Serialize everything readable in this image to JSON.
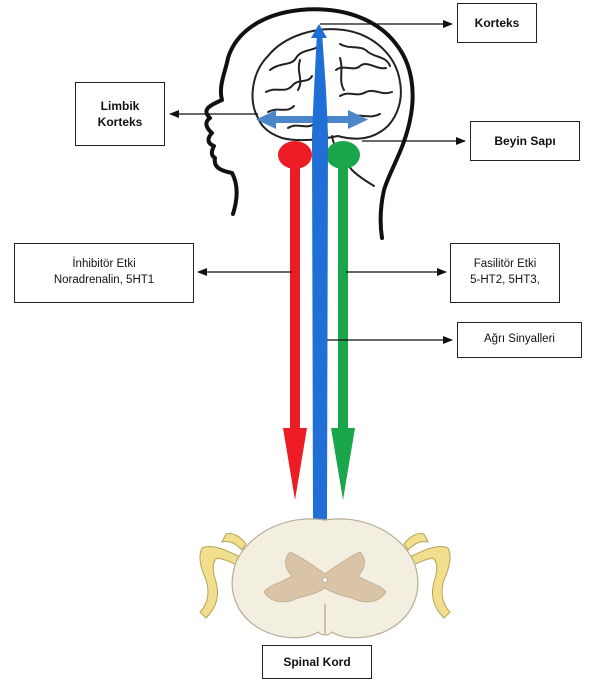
{
  "labels": {
    "korteks": "Korteks",
    "limbik_line1": "Limbik",
    "limbik_line2": "Korteks",
    "beyin_sapi": "Beyin Sapı",
    "inhibitor_line1": "İnhibitör Etki",
    "inhibitor_line2": "Noradrenalin, 5HT1",
    "fasilitor_line1": "Fasilitör Etki",
    "fasilitor_line2": "5-HT2, 5HT3,",
    "agri": "Ağrı Sinyalleri",
    "spinal_kord": "Spinal Kord"
  },
  "colors": {
    "inhibitory_pathway": "#ee1c24",
    "pain_signal_pathway": "#1f6fd6",
    "facilitatory_pathway": "#1aa64a",
    "limbic_cross_arrow": "#4a86c8",
    "spinal_white_matter": "#f2eee0",
    "spinal_gray_matter": "#d9c4a8",
    "nerve_roots": "#f1df8e"
  }
}
